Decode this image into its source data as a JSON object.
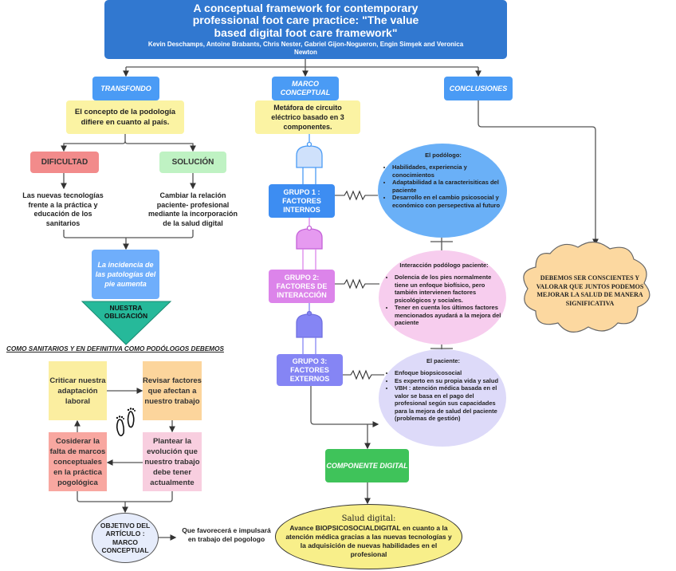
{
  "header": {
    "title_lines": [
      "A conceptual framework for contemporary",
      "professional foot care practice: \"The value",
      "based digital foot care framework\""
    ],
    "authors": "Kevin Deschamps, Antoine Brabants, Chris Nester, Gabriel Gijon-Nogueron, Engin Simşek and Veronica Newton"
  },
  "sections": {
    "transfondo": "TRANSFONDO",
    "marco": "MARCO CONCEPTUAL",
    "conclusiones": "CONCLUSIONES"
  },
  "left": {
    "concepto": "El concepto de la  podología difiere en cuanto al país.",
    "dificultad": "DIFICULTAD",
    "solucion": "SOLUCIÓN",
    "dificultad_text": "Las nuevas tecnologías frente a la práctica y educación de los sanitarios",
    "solucion_text": "Cambiar la relación paciente- profesional mediante la incorporación de la salud digital",
    "incidencia": "La incidencia de las patologías del pie aumenta",
    "obligacion": "NUESTRA OBLIGACIÓN",
    "debemos": "COMO SANITARIOS Y EN DEFINITIVA COMO PODÓLOGOS DEBEMOS",
    "cycle": [
      "Criticar nuestra adaptación laboral",
      "Revisar factores que afectan a nuestro trabajo",
      "Plantear la evolución que nuestro trabajo debe tener actualmente",
      "Cosiderar la falta de marcos conceptuales en la práctica pogológica"
    ],
    "footprints_icon": "footprints",
    "objetivo": "OBJETIVO DEL ARTÍCULO : MARCO CONCEPTUAL",
    "favorecera": "Que favorecerá e impulsará en trabajo del pogologo"
  },
  "center": {
    "metafora": "Metáfora de circuito eléctrico basado en 3 componentes.",
    "grupos": [
      {
        "label": "GRUPO 1 : FACTORES INTERNOS",
        "color": "#3d8df2"
      },
      {
        "label": "GRUPO 2: FACTORES DE INTERACCIÓN",
        "color": "#dc84ea"
      },
      {
        "label": "GRUPO 3: FACTORES EXTERNOS",
        "color": "#8585f4"
      }
    ],
    "componente_digital": "COMPONENTE DIGITAL",
    "salud_title": "Salud digital:",
    "salud_body": "Avance  BIOPSICOSOCIALDIGITAL en cuanto a la atención médica  gracias a las nuevas tecnologías y la adquisición de nuevas habilidades en el profesional"
  },
  "ellipses": [
    {
      "title": "El podólogo:",
      "items": [
        "Habilidades, experiencia y conocimientos",
        "Adaptabilidad a la caracterisiticas del paciente",
        "Desarrollo en el cambio psicosocial y económico con persepectiva al futuro"
      ]
    },
    {
      "title": "Interacción podólogo paciente:",
      "items": [
        "Dolencia de los pies normalmente tiene un enfoque biofísico, pero también intervienen factores psicológicos y sociales.",
        "Tener en cuenta los últimos factores mencionados ayudará a la mejora del paciente"
      ]
    },
    {
      "title": "El paciente:",
      "items": [
        "Enfoque biopsicosocial",
        "Es experto en su propia vida y salud",
        "VBH : atención médica basada en el valor se basa en el pago del profesional según sus capacidades para la mejora de salud del paciente (problemas de gestión)"
      ]
    }
  ],
  "conclusion": "DEBEMOS SER CONSCIENTES Y VALORAR QUE JUNTOS PODEMOS MEJORAR LA SALUD DE MANERA SIGNIFICATIVA",
  "colors": {
    "title_bg": "#3178d0",
    "header_bg": "#4a9bf5",
    "yellow": "#fbf3a3",
    "dificultad": "#f28b8b",
    "solucion": "#bff2c3",
    "obligacion": "#26b99a",
    "digital": "#3fc35a",
    "cloud": "#fcd8a0"
  }
}
